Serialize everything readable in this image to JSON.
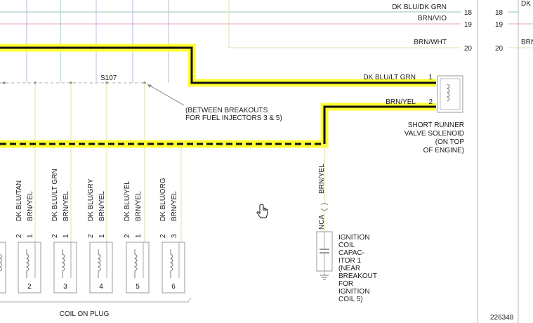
{
  "colors": {
    "highlight": "#ffff33",
    "conductor": "#111111",
    "dk_blu_dk_grn": "#8fc9b7",
    "brn_vio": "#e6a0c0",
    "brn_wht": "#e4dfb0",
    "brn_yel": "#e8dca0",
    "dk_blu_lt_grn": "#9ecfb8",
    "dk_blu_tan": "#b8b4d8",
    "dk_blu_gry": "#c0bcd8",
    "dk_blu_yel": "#b4b4dc",
    "dk_blu_org": "#c4b6d4",
    "component": "#9a9a9a"
  },
  "top_wires": [
    {
      "label": "DK BLU/DK GRN",
      "pin": "18"
    },
    {
      "label": "BRN/VIO",
      "pin": "19"
    },
    {
      "label": "BRN/WHT",
      "pin": "20"
    }
  ],
  "right_partial": {
    "label_top": "DK",
    "label_bottom": "BRN",
    "pins": [
      "18",
      "19",
      "20"
    ]
  },
  "splice": {
    "label": "S107"
  },
  "breakout_note": {
    "line1": "(BETWEEN BREAKOUTS",
    "line2": "FOR FUEL INJECTORS 3 & 5)"
  },
  "solenoid": {
    "wire1": {
      "label": "DK BLU/LT GRN",
      "pin": "1"
    },
    "wire2": {
      "label": "BRN/YEL",
      "pin": "2"
    },
    "title_lines": [
      "SHORT RUNNER",
      "VALVE SOLENOID",
      "(ON TOP",
      "OF ENGINE)"
    ]
  },
  "coils": [
    {
      "wire_a": "DK BLU/TAN",
      "pin_a": "2",
      "wire_b": "BRN/YEL",
      "pin_b": "1",
      "number": "2"
    },
    {
      "wire_a": "DK BLU/LT GRN",
      "pin_a": "2",
      "wire_b": "BRN/YEL",
      "pin_b": "1",
      "number": "3"
    },
    {
      "wire_a": "DK BLU/GRY",
      "pin_a": "2",
      "wire_b": "BRN/YEL",
      "pin_b": "1",
      "number": "4"
    },
    {
      "wire_a": "DK BLU/YEL",
      "pin_a": "2",
      "wire_b": "BRN/YEL",
      "pin_b": "1",
      "number": "5"
    },
    {
      "wire_a": "DK BLU/ORG",
      "pin_a": "2",
      "wire_b": "BRN/YEL",
      "pin_b": "3",
      "number": "6"
    }
  ],
  "coil_group_label": "COIL ON PLUG",
  "capacitor": {
    "wire_label": "BRN/YEL",
    "nca_label": "NCA",
    "title_lines": [
      "IGNITION",
      "COIL",
      "CAPAC-",
      "ITOR 1",
      "(NEAR",
      "BREAKOUT",
      "FOR",
      "IGNITION",
      "COIL 5)"
    ]
  },
  "figure_number": "226348"
}
